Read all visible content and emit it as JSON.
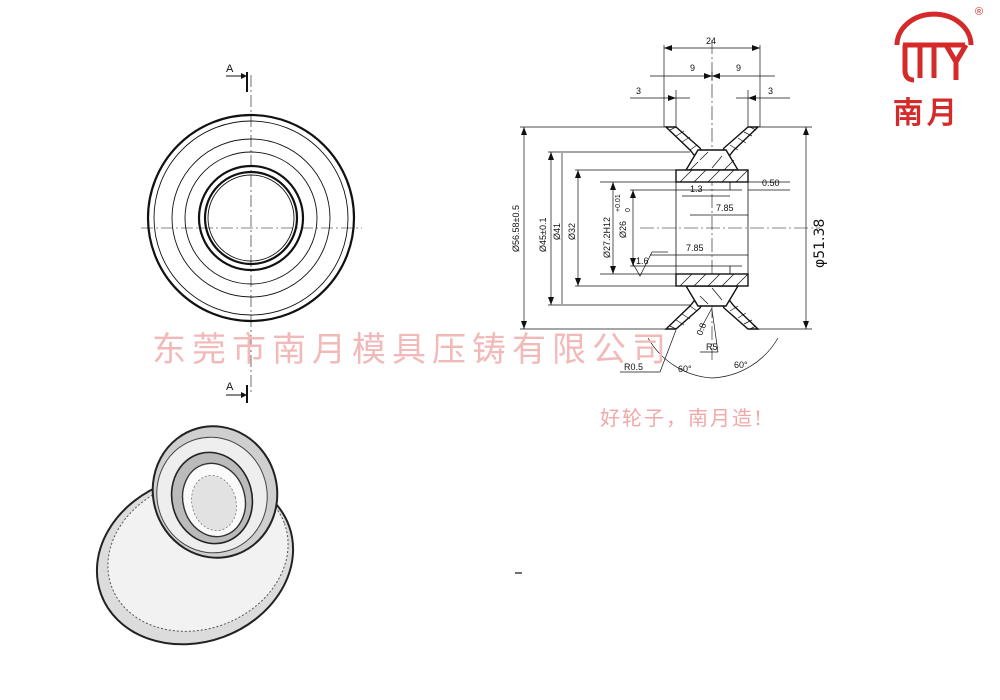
{
  "watermark": {
    "company": "东莞市南月模具压铸有限公司",
    "slogan": "好轮子，南月造!"
  },
  "logo": {
    "text": "南月",
    "registered": "®",
    "color": "#d42a2a"
  },
  "section_marks": {
    "top": "A",
    "bottom": "A"
  },
  "dimensions": {
    "overall_width": "24",
    "half_width_left": "9",
    "half_width_right": "9",
    "flange_left": "3",
    "flange_right": "3",
    "dia_outer": "Ø56.58±0.5",
    "dia_45": "Ø45±0.1",
    "dia_41": "Ø41",
    "dia_32": "Ø32",
    "dia_bore": "Ø27.2H12",
    "dia_26": "Ø26",
    "tol_upper": "+0.01",
    "tol_lower": "0",
    "hub_offset": "1.3",
    "hub_gap": "0.50",
    "len_upper": "7.85",
    "len_lower": "7.85",
    "roughness": "1.6",
    "groove_depth": "0.8",
    "radius_root": "R0.5",
    "radius_tip": "R5",
    "angle_left": "60°",
    "angle_right": "60°",
    "handwritten_dia": "φ51.38"
  }
}
